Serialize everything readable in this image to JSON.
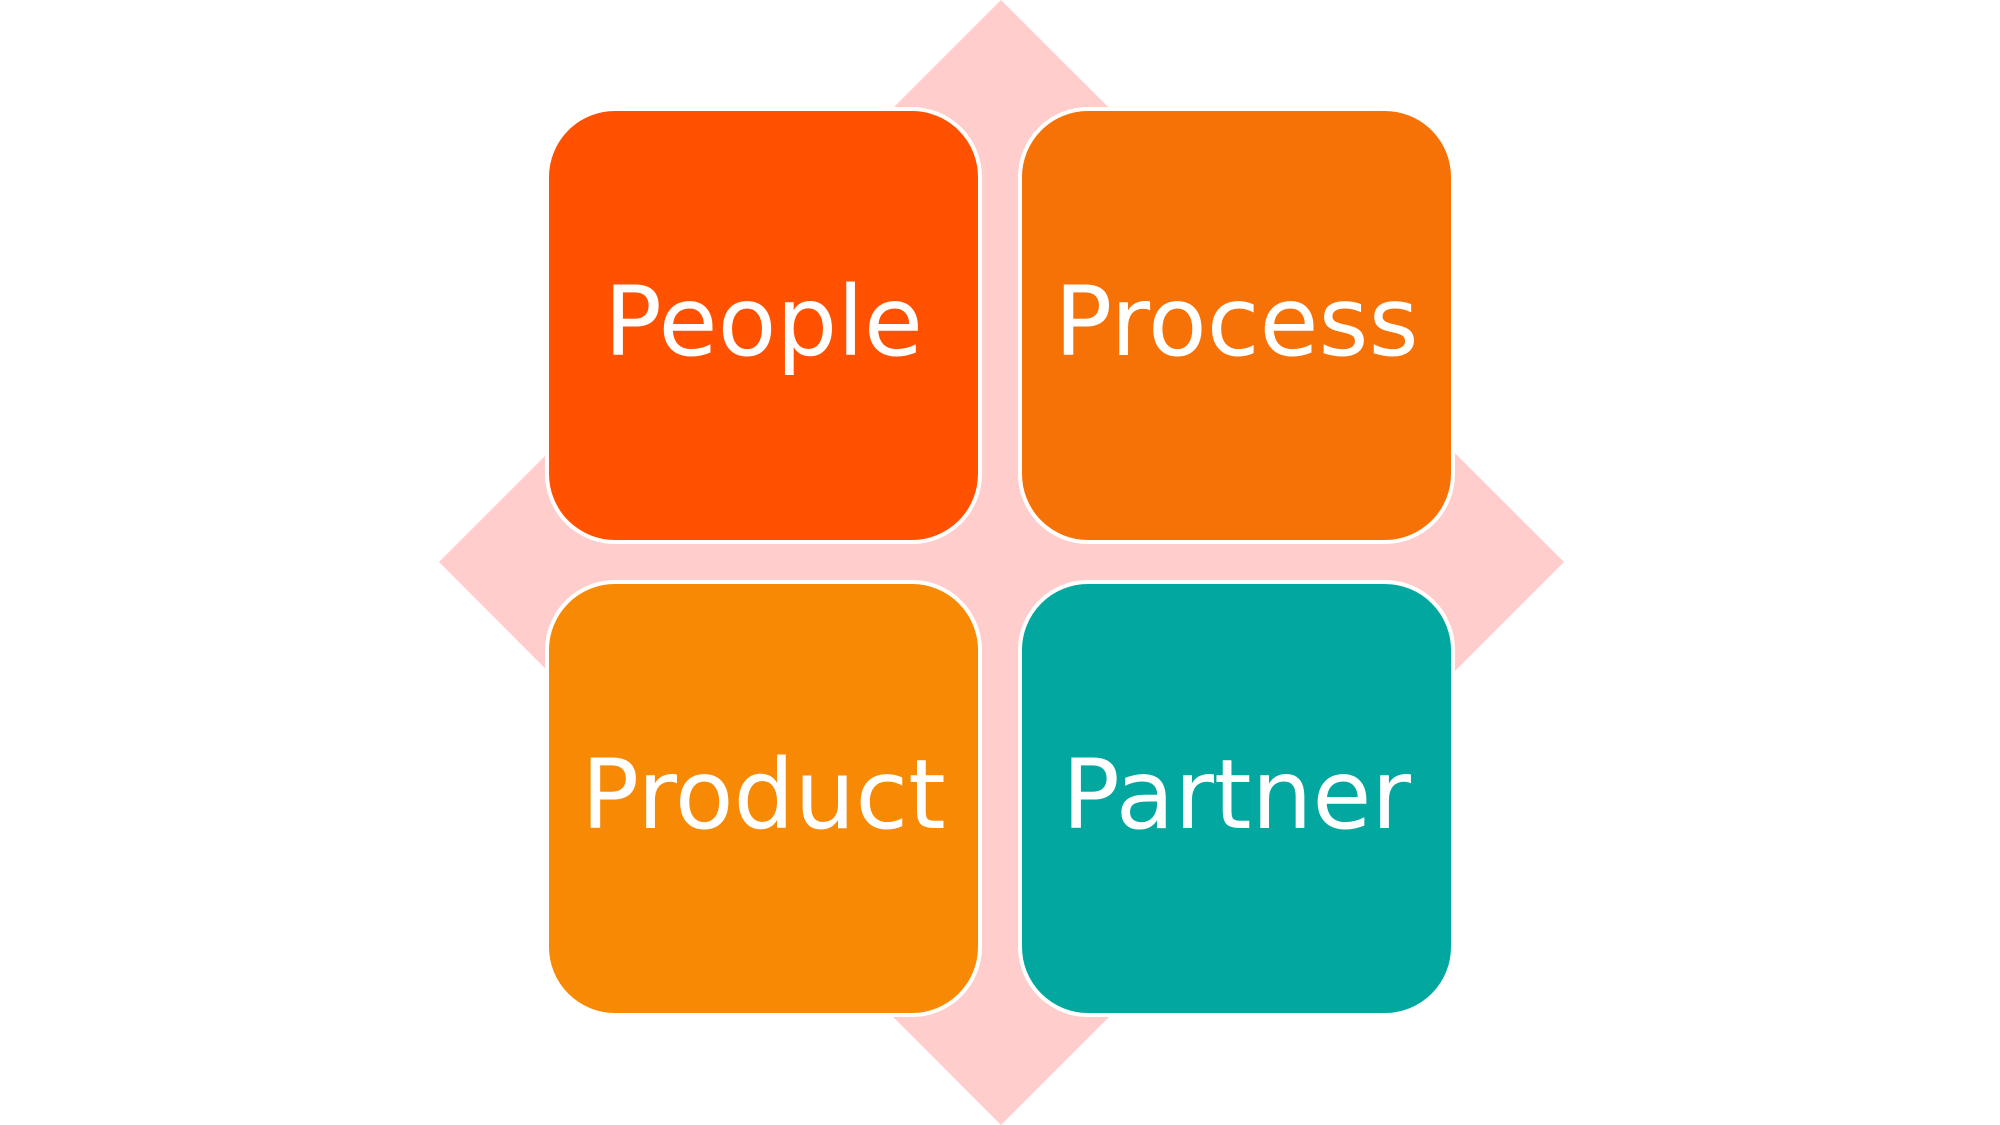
{
  "diagram": {
    "background_color": "#ffffff",
    "diamond_color": "#ffcdcb",
    "quadrants": [
      {
        "label": "People",
        "color": "#ff5100"
      },
      {
        "label": "Process",
        "color": "#f77206"
      },
      {
        "label": "Product",
        "color": "#f78904"
      },
      {
        "label": "Partner",
        "color": "#02a89f"
      }
    ]
  }
}
